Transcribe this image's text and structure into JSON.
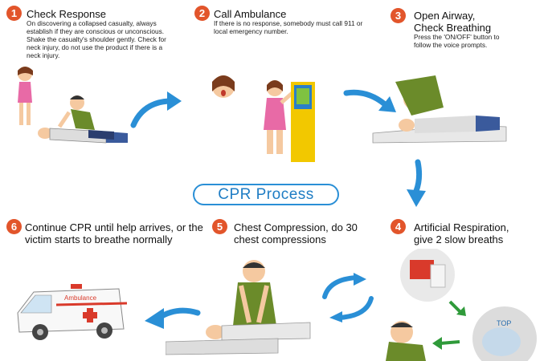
{
  "center_label": "CPR Process",
  "steps": [
    {
      "num": "1",
      "title": "Check Response",
      "desc": "On discovering a collapsed casualty, always establish if they are conscious or unconscious. Shake the casualty's shoulder gently. Check for neck injury, do not use the product if there is a neck injury."
    },
    {
      "num": "2",
      "title": "Call Ambulance",
      "desc": "If there is no response, somebody must call 911 or local emergency number."
    },
    {
      "num": "3",
      "title": "Open Airway, Check Breathing",
      "desc": "Press the 'ON/OFF' button to follow the voice prompts."
    },
    {
      "num": "4",
      "title": "Artificial Respiration, give 2 slow breaths"
    },
    {
      "num": "5",
      "title": "Chest Compression, do 30 chest compressions"
    },
    {
      "num": "6",
      "title": "Continue CPR until help arrives, or the victim starts to breathe normally"
    }
  ],
  "ambulance_text": "Ambulance",
  "mask_text": "TOP",
  "colors": {
    "number_badge": "#e2552b",
    "arrow": "#2a8fd6",
    "green_arrow": "#2f9a3a",
    "aed_yellow": "#f2c800"
  }
}
